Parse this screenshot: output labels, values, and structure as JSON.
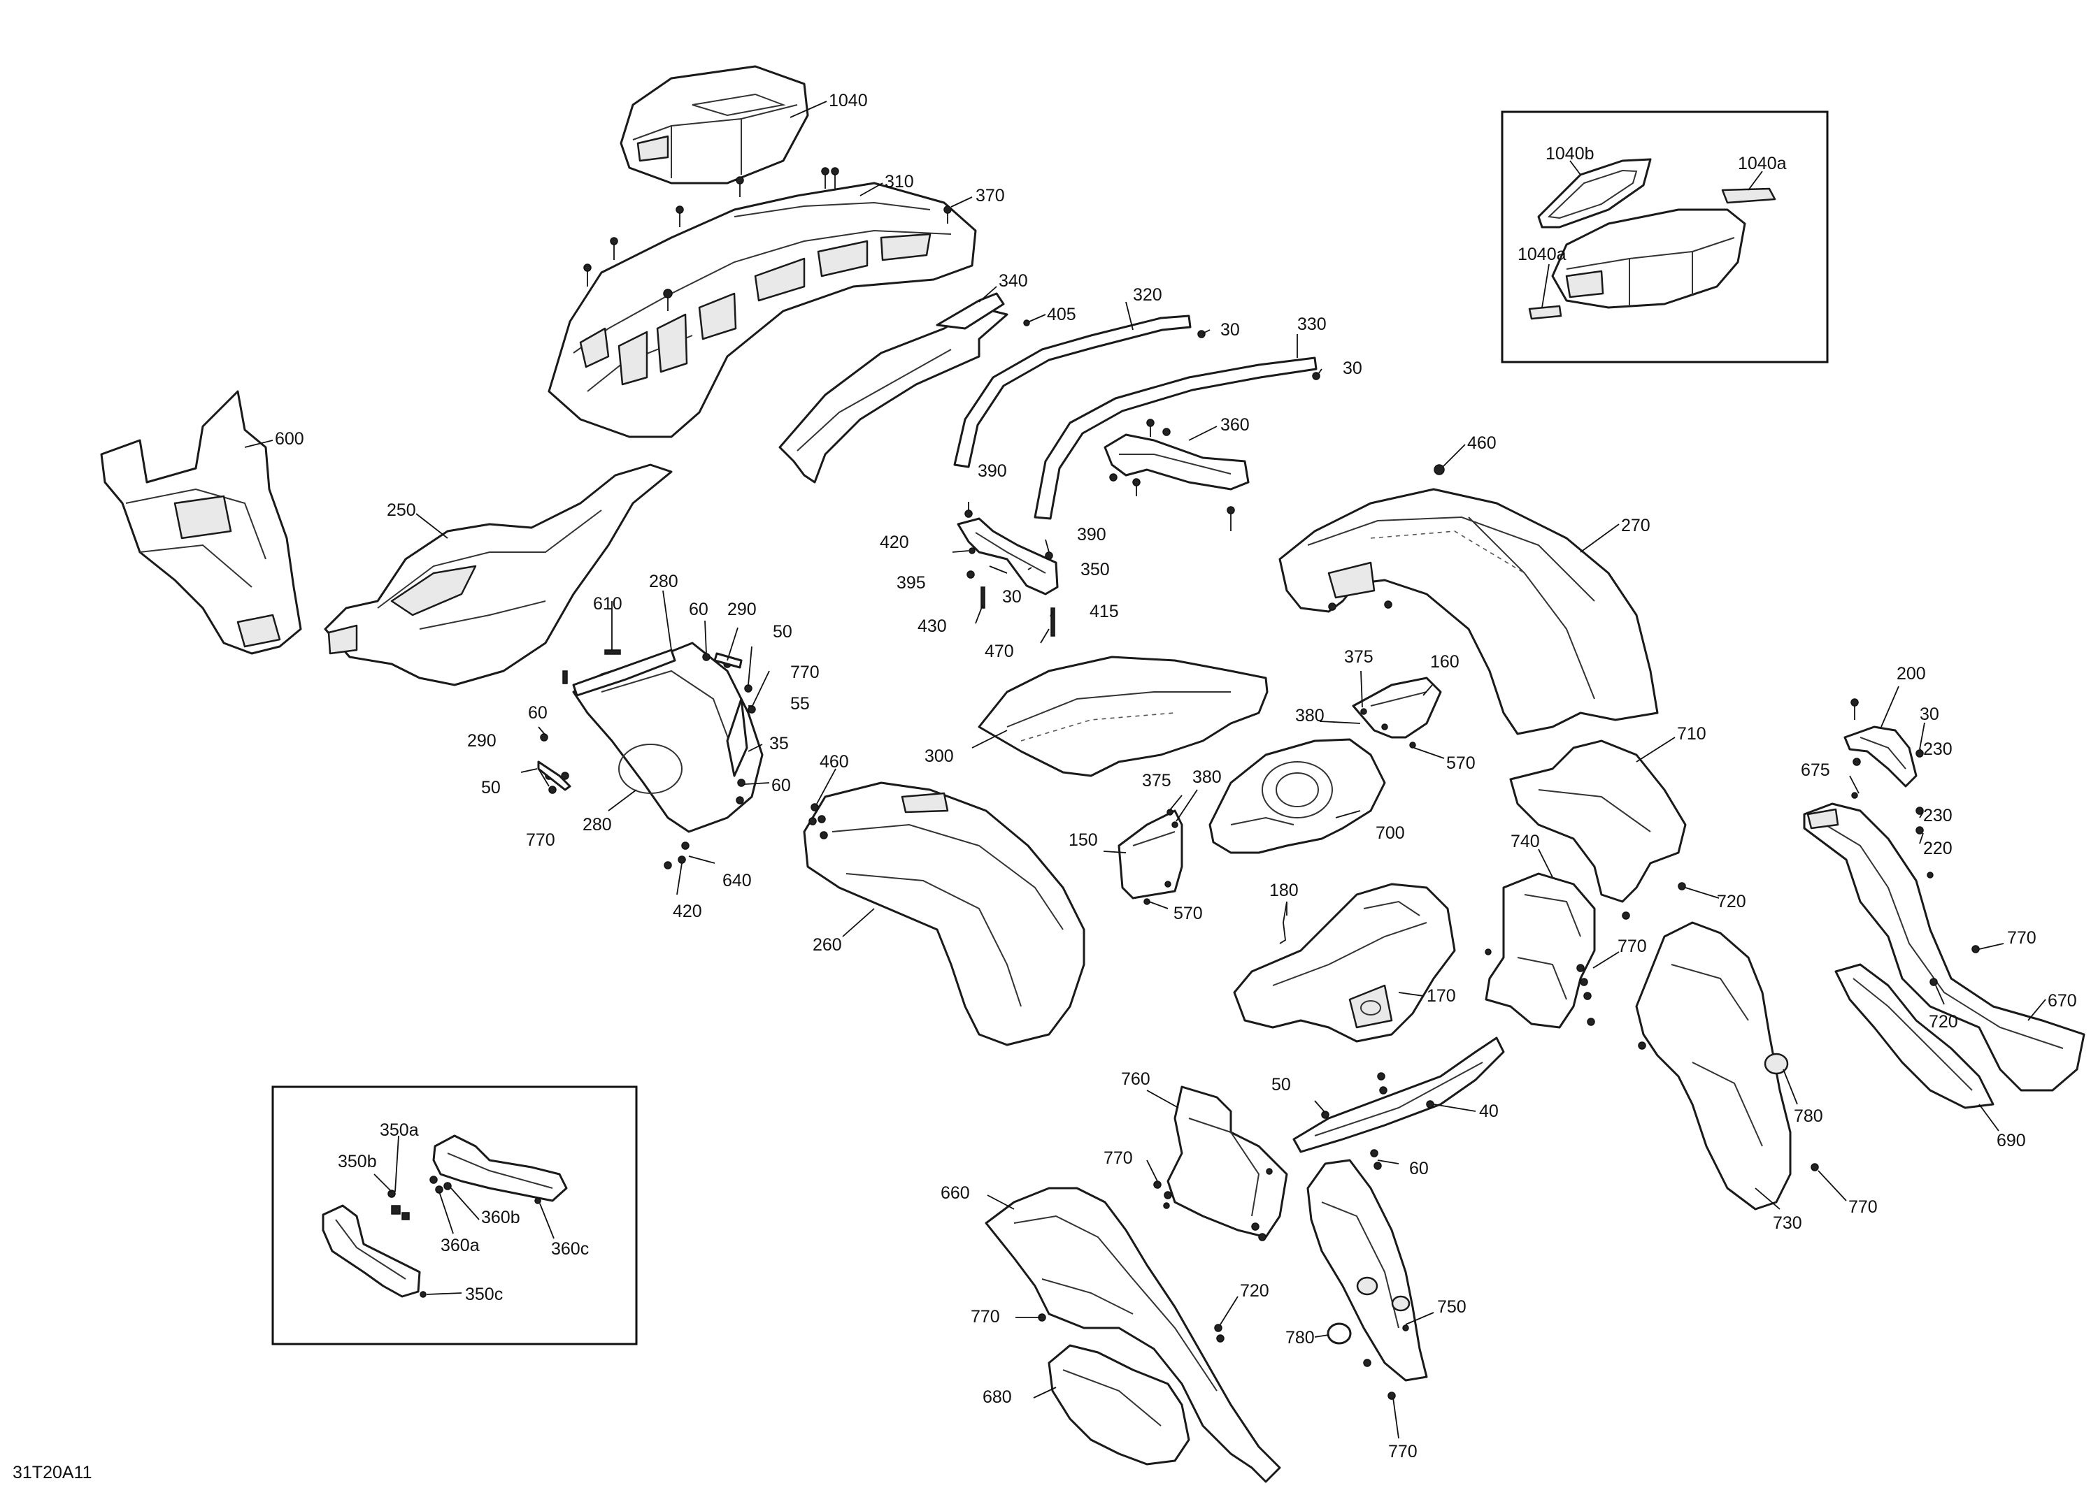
{
  "diagram_ref": "31T20A11",
  "callouts": [
    {
      "id": "c1040",
      "label": "1040"
    },
    {
      "id": "c310",
      "label": "310"
    },
    {
      "id": "c370",
      "label": "370"
    },
    {
      "id": "c340",
      "label": "340"
    },
    {
      "id": "c405",
      "label": "405"
    },
    {
      "id": "c320",
      "label": "320"
    },
    {
      "id": "c30a",
      "label": "30"
    },
    {
      "id": "c330",
      "label": "330"
    },
    {
      "id": "c30b",
      "label": "30"
    },
    {
      "id": "c360",
      "label": "360"
    },
    {
      "id": "c460",
      "label": "460"
    },
    {
      "id": "c270",
      "label": "270"
    },
    {
      "id": "c600",
      "label": "600"
    },
    {
      "id": "c250",
      "label": "250"
    },
    {
      "id": "c390a",
      "label": "390"
    },
    {
      "id": "c420a",
      "label": "420"
    },
    {
      "id": "c390b",
      "label": "390"
    },
    {
      "id": "c395",
      "label": "395"
    },
    {
      "id": "c350",
      "label": "350"
    },
    {
      "id": "c30c",
      "label": "30"
    },
    {
      "id": "c430",
      "label": "430"
    },
    {
      "id": "c415",
      "label": "415"
    },
    {
      "id": "c470",
      "label": "470"
    },
    {
      "id": "c610",
      "label": "610"
    },
    {
      "id": "c280a",
      "label": "280"
    },
    {
      "id": "c60a",
      "label": "60"
    },
    {
      "id": "c290a",
      "label": "290"
    },
    {
      "id": "c50a",
      "label": "50"
    },
    {
      "id": "c770a",
      "label": "770"
    },
    {
      "id": "c55",
      "label": "55"
    },
    {
      "id": "c35",
      "label": "35"
    },
    {
      "id": "c60b",
      "label": "60"
    },
    {
      "id": "c290b",
      "label": "290"
    },
    {
      "id": "c50b",
      "label": "50"
    },
    {
      "id": "c770b",
      "label": "770"
    },
    {
      "id": "c280b",
      "label": "280"
    },
    {
      "id": "c60c",
      "label": "60"
    },
    {
      "id": "c460b",
      "label": "460"
    },
    {
      "id": "c640",
      "label": "640"
    },
    {
      "id": "c420b",
      "label": "420"
    },
    {
      "id": "c300",
      "label": "300"
    },
    {
      "id": "c375a",
      "label": "375"
    },
    {
      "id": "c160",
      "label": "160"
    },
    {
      "id": "c380a",
      "label": "380"
    },
    {
      "id": "c570a",
      "label": "570"
    },
    {
      "id": "c375b",
      "label": "375"
    },
    {
      "id": "c380b",
      "label": "380"
    },
    {
      "id": "c150",
      "label": "150"
    },
    {
      "id": "c570b",
      "label": "570"
    },
    {
      "id": "c700",
      "label": "700"
    },
    {
      "id": "c260",
      "label": "260"
    },
    {
      "id": "c180",
      "label": "180"
    },
    {
      "id": "c170",
      "label": "170"
    },
    {
      "id": "c710",
      "label": "710"
    },
    {
      "id": "c740",
      "label": "740"
    },
    {
      "id": "c720a",
      "label": "720"
    },
    {
      "id": "c770c",
      "label": "770"
    },
    {
      "id": "c200",
      "label": "200"
    },
    {
      "id": "c30d",
      "label": "30"
    },
    {
      "id": "c230a",
      "label": "230"
    },
    {
      "id": "c675",
      "label": "675"
    },
    {
      "id": "c230b",
      "label": "230"
    },
    {
      "id": "c220",
      "label": "220"
    },
    {
      "id": "c770d",
      "label": "770"
    },
    {
      "id": "c670",
      "label": "670"
    },
    {
      "id": "c720b",
      "label": "720"
    },
    {
      "id": "c690",
      "label": "690"
    },
    {
      "id": "c780a",
      "label": "780"
    },
    {
      "id": "c730",
      "label": "730"
    },
    {
      "id": "c770e",
      "label": "770"
    },
    {
      "id": "c760",
      "label": "760"
    },
    {
      "id": "c50c",
      "label": "50"
    },
    {
      "id": "c40",
      "label": "40"
    },
    {
      "id": "c60d",
      "label": "60"
    },
    {
      "id": "c770f",
      "label": "770"
    },
    {
      "id": "c660",
      "label": "660"
    },
    {
      "id": "c720c",
      "label": "720"
    },
    {
      "id": "c770g",
      "label": "770"
    },
    {
      "id": "c780b",
      "label": "780"
    },
    {
      "id": "c750",
      "label": "750"
    },
    {
      "id": "c680",
      "label": "680"
    },
    {
      "id": "c770h",
      "label": "770"
    },
    {
      "id": "c1040b",
      "label": "1040b"
    },
    {
      "id": "c1040a1",
      "label": "1040a"
    },
    {
      "id": "c1040a2",
      "label": "1040a"
    },
    {
      "id": "c350a",
      "label": "350a"
    },
    {
      "id": "c350b",
      "label": "350b"
    },
    {
      "id": "c360b",
      "label": "360b"
    },
    {
      "id": "c360a",
      "label": "360a"
    },
    {
      "id": "c360c",
      "label": "360c"
    },
    {
      "id": "c350c",
      "label": "350c"
    }
  ]
}
